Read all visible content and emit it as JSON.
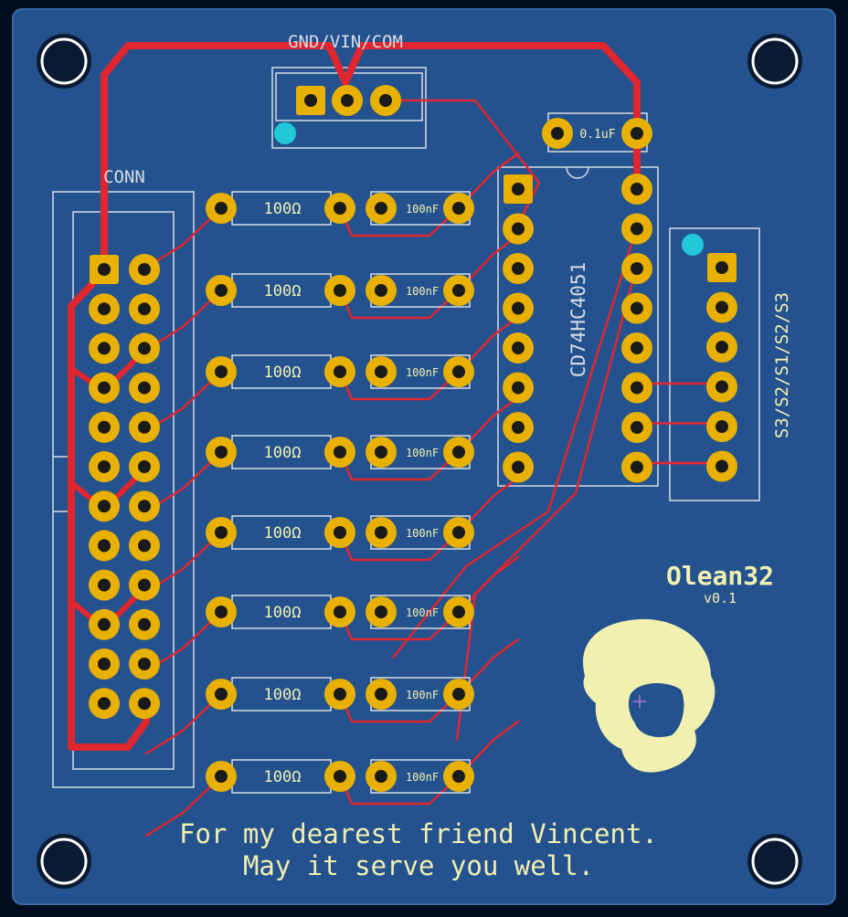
{
  "board": {
    "name": "Olean32",
    "version": "v0.1",
    "dedication_line1": "For my dearest friend Vincent.",
    "dedication_line2": "May it serve you well."
  },
  "labels": {
    "power_header": "GND/VIN/COM",
    "connector": "CONN",
    "select_header": "S3/S2/S1/S2/S3",
    "ic": "CD74HC4051",
    "decoupling_cap": "0.1uF"
  },
  "resistor_value": "100Ω",
  "capacitor_value": "100nF",
  "channels": [
    {
      "resistor": "100Ω",
      "capacitor": "100nF"
    },
    {
      "resistor": "100Ω",
      "capacitor": "100nF"
    },
    {
      "resistor": "100Ω",
      "capacitor": "100nF"
    },
    {
      "resistor": "100Ω",
      "capacitor": "100nF"
    },
    {
      "resistor": "100Ω",
      "capacitor": "100nF"
    },
    {
      "resistor": "100Ω",
      "capacitor": "100nF"
    },
    {
      "resistor": "100Ω",
      "capacitor": "100nF"
    },
    {
      "resistor": "100Ω",
      "capacitor": "100nF"
    }
  ],
  "colors": {
    "background": "#000d1e",
    "board": "#24528f",
    "copper_trace": "#e0262e",
    "pad": "#e8b000",
    "silkscreen": "#f2f0b0",
    "outline": "#d8dde3",
    "marker": "#20c8d8"
  }
}
